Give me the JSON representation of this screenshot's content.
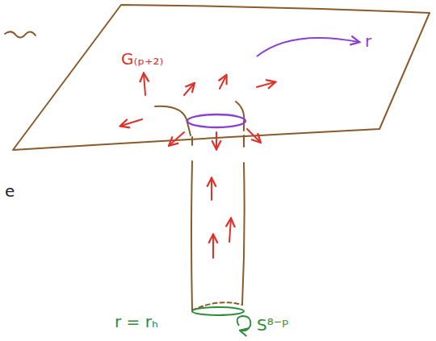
{
  "diagram": {
    "labels": [
      "G₍ₚ₊₂₎",
      "r",
      "r = rₕ",
      "S⁸⁻ᵖ",
      "e"
    ]
  }
}
